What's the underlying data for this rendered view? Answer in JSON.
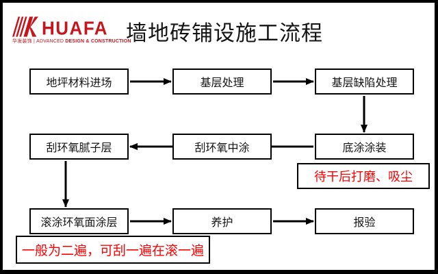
{
  "logo": {
    "brand": "HUAFA",
    "tagline_prefix": "华发装饰 | ADVANCED ",
    "tagline_bold": "DESIGN & CONSTRUCTION",
    "mark": "huafa-k-stripes-mark",
    "brand_color": "#c4161c"
  },
  "header": {
    "title": "墙地砖铺设施工流程"
  },
  "flowchart": {
    "nodes": [
      {
        "label": "地坪材料进场"
      },
      {
        "label": "基层处理"
      },
      {
        "label": "基层缺陷处理"
      },
      {
        "label": "底涂涂装"
      },
      {
        "label": "刮环氧中涂"
      },
      {
        "label": "刮环氧腻子层"
      },
      {
        "label": "滚涂环氧面涂层"
      },
      {
        "label": "养护"
      },
      {
        "label": "报验"
      }
    ],
    "edges": [
      "地坪材料进场→基层处理",
      "基层处理→基层缺陷处理",
      "基层缺陷处理→底涂涂装",
      "底涂涂装→刮环氧中涂",
      "刮环氧中涂→刮环氧腻子层",
      "刮环氧腻子层→滚涂环氧面涂层",
      "滚涂环氧面涂层→养护",
      "养护→报验"
    ],
    "annotations": [
      {
        "label": "待干后打磨、吸尘",
        "attached_to": "底涂涂装",
        "text_color": "#ff0000"
      },
      {
        "label": "一般为二遍，可刮一遍在滚一遍",
        "attached_to": "滚涂环氧面涂层",
        "text_color": "#ff0000"
      }
    ]
  },
  "colors": {
    "frame_border": "#000000",
    "node_border": "#000000",
    "node_text": "#141414",
    "accent_red": "#c4161c",
    "annotation_red": "#ff0000",
    "background": "#ffffff"
  }
}
